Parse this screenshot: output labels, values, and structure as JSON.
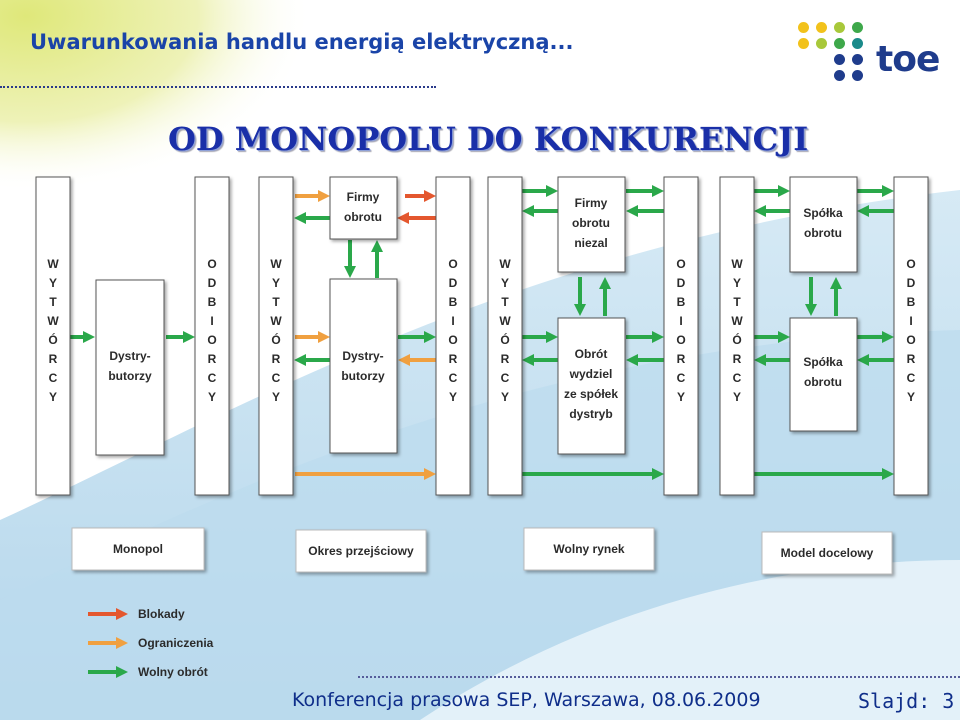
{
  "header": {
    "title": "Uwarunkowania handlu energią elektryczną..."
  },
  "logo": {
    "text": "toe"
  },
  "slide_title": "OD MONOPOLU DO KONKURENCJI",
  "diagram": {
    "producers_label": "WYTWÓRCY",
    "consumers_label": "ODBIORCY",
    "boxes": {
      "dystrybutorzy": [
        "Dystry-",
        "butorzy"
      ],
      "firmy_obrotu": [
        "Firmy",
        "obrotu"
      ],
      "firmy_obrotu_niezal": [
        "Firmy",
        "obrotu",
        "niezal"
      ],
      "obrot_wydziel": [
        "Obrót",
        "wydziel",
        "ze spółek",
        "dystryb"
      ],
      "spolka_obrotu": [
        "Spółka",
        "obrotu"
      ]
    },
    "stages": [
      "Monopol",
      "Okres przejściowy",
      "Wolny rynek",
      "Model docelowy"
    ]
  },
  "legend": [
    {
      "label": "Blokady",
      "color": "#e4572e"
    },
    {
      "label": "Ograniczenia",
      "color": "#f0a040"
    },
    {
      "label": "Wolny obrót",
      "color": "#2aa84a"
    }
  ],
  "footer": {
    "text": "Konferencja prasowa SEP, Warszawa, 08.06.2009",
    "slide": "Slajd: 3"
  },
  "colors": {
    "red": "#e4572e",
    "orange": "#f0a040",
    "green": "#2aa84a",
    "title": "#1a2fa8"
  }
}
